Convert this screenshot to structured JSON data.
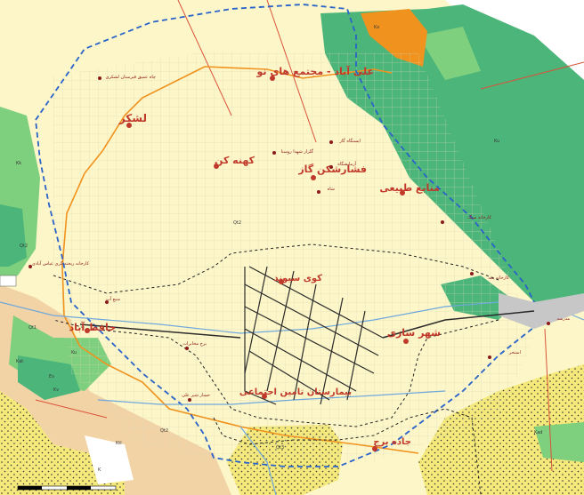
{
  "colors": {
    "plain": "#fdf6c8",
    "green_dark": "#4cb57a",
    "green_light": "#7ed07e",
    "orange": "#f0921e",
    "tan": "#f2d3a6",
    "yellow_dotted": "#f4e97a",
    "peach": "#f7c9a0",
    "road": "#2b2b2b",
    "boundary_blue": "#2a63c9",
    "boundary_black": "#222222",
    "river": "#6fa8dc",
    "fault": "#d9533a",
    "label": "#c0392b"
  },
  "places": {
    "north_village": "علی آباد - مجتمع های نو",
    "lashkar": "لشکر",
    "kohneh_kan": "کهنه کن",
    "gas_station": "فشارشکن گاز",
    "natural_resources": "منابع طبیعی",
    "kuy": "کوی سیوند",
    "hafez_abad": "حافظ آباد",
    "shahrsazi": "شهر سازی",
    "hospital": "بیمارستان تامین اجتماعی",
    "jadeh": "جاده برج"
  },
  "small_labels": {
    "cemetery": "چاه عمیق قبرستان لشکری",
    "station": "ایستگاه گاز",
    "martyrs": "گلزار شهدا روستا",
    "lab": "آزمایشگاه",
    "village": "شاه",
    "factory": "کارخانه ریخته گری عباس آبادی",
    "water": "منبع آب",
    "tower": "برج مخابرات",
    "resort": "کارخانه سنگ",
    "cotton": "کارخانه پنبه",
    "hesar": "حسار شیر علی",
    "pool": "استخر",
    "school": "مدرسه"
  },
  "units": {
    "kx": "Kx",
    "ku": "Ku",
    "kk": "Kk",
    "qt2_top": "Qt2",
    "qt2_mid": "Qt2",
    "qt1": "Qt1",
    "qt2_low": "Qt2",
    "kat": "Kat",
    "ev": "Ev",
    "ku2": "Ku",
    "kv": "Kv",
    "kad": "Kad",
    "ktl": "Ktl",
    "k": "K",
    "qt3": "Qt3"
  }
}
